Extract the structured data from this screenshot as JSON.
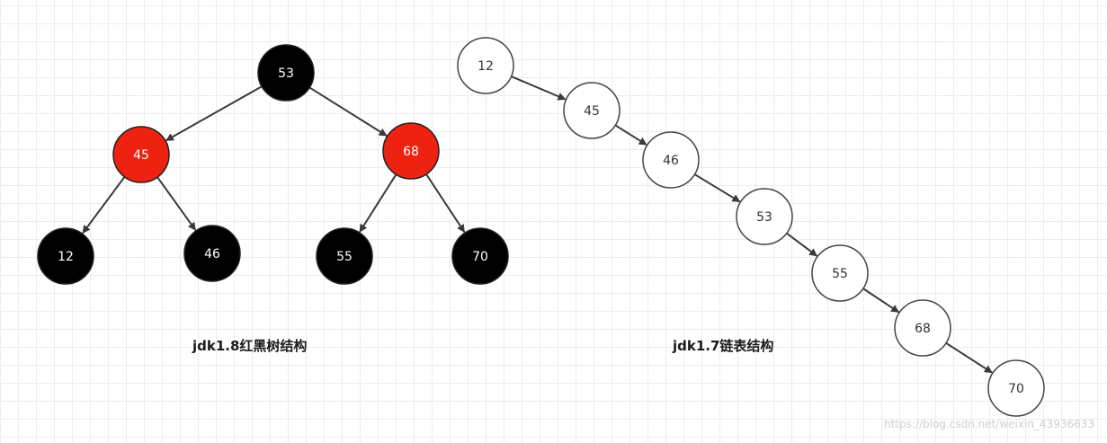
{
  "colors": {
    "black_node": "#000000",
    "red_node": "#ee2211",
    "white_node": "#ffffff",
    "edge": "#3a3a3a",
    "dark_label": "#ffffff",
    "light_label": "#333333"
  },
  "red_black_tree": {
    "caption": "jdk1.8红黑树结构",
    "nodes": [
      {
        "id": "n53",
        "label": "53",
        "color": "black"
      },
      {
        "id": "n45",
        "label": "45",
        "color": "red"
      },
      {
        "id": "n68",
        "label": "68",
        "color": "red"
      },
      {
        "id": "n12",
        "label": "12",
        "color": "black"
      },
      {
        "id": "n46",
        "label": "46",
        "color": "black"
      },
      {
        "id": "n55",
        "label": "55",
        "color": "black"
      },
      {
        "id": "n70",
        "label": "70",
        "color": "black"
      }
    ],
    "edges": [
      {
        "from": "n53",
        "to": "n45"
      },
      {
        "from": "n53",
        "to": "n68"
      },
      {
        "from": "n45",
        "to": "n12"
      },
      {
        "from": "n45",
        "to": "n46"
      },
      {
        "from": "n68",
        "to": "n55"
      },
      {
        "from": "n68",
        "to": "n70"
      }
    ]
  },
  "linked_list": {
    "caption": "jdk1.7链表结构",
    "nodes": [
      {
        "id": "l12",
        "label": "12"
      },
      {
        "id": "l45",
        "label": "45"
      },
      {
        "id": "l46",
        "label": "46"
      },
      {
        "id": "l53",
        "label": "53"
      },
      {
        "id": "l55",
        "label": "55"
      },
      {
        "id": "l68",
        "label": "68"
      },
      {
        "id": "l70",
        "label": "70"
      }
    ]
  },
  "watermark": "https://blog.csdn.net/weixin_43936633"
}
